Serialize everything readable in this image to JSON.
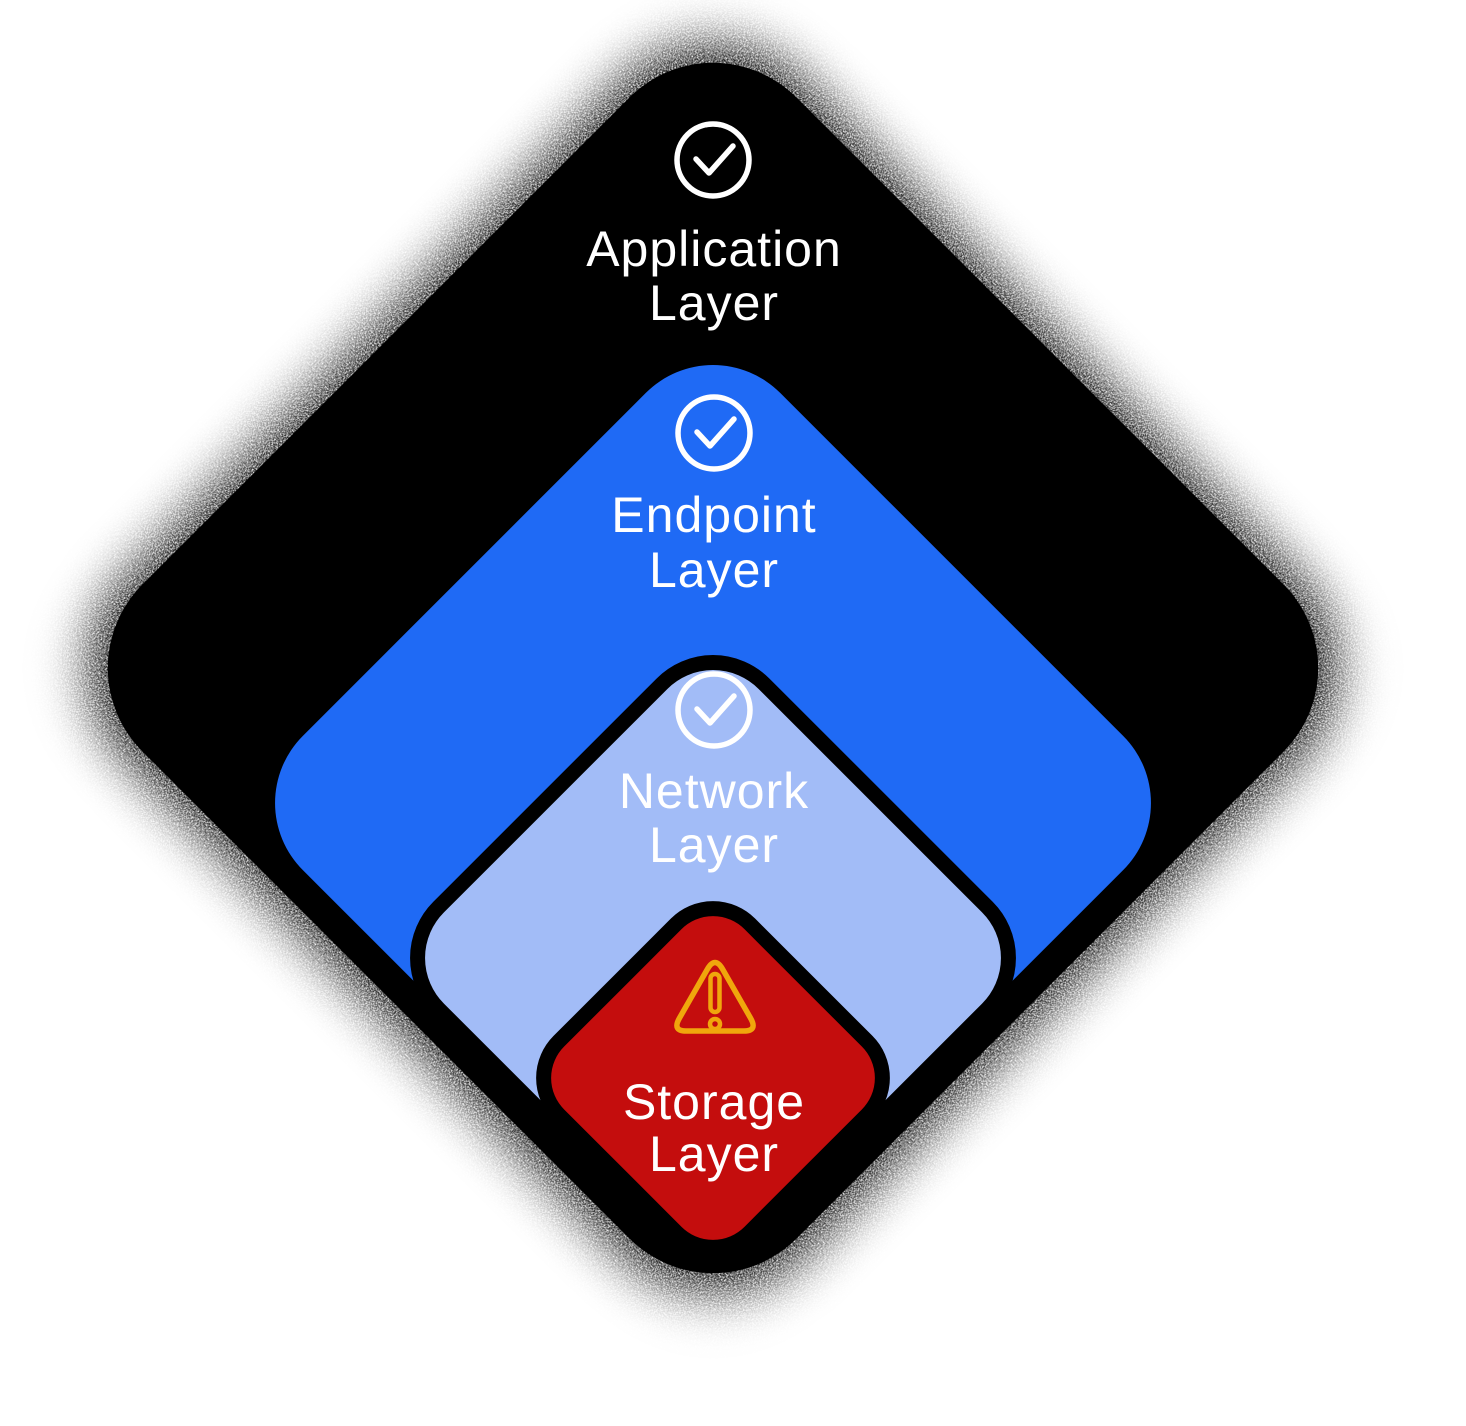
{
  "diagram": {
    "background_color": "#ffffff",
    "outline_color": "#000000",
    "text_color": "#ffffff",
    "icons": {
      "check_color": "#ffffff",
      "warning_color": "#f0a60c"
    },
    "layers": [
      {
        "name": "Application Layer",
        "lines": [
          "Application",
          "Layer"
        ],
        "color": "#000000",
        "icon": "check-circle"
      },
      {
        "name": "Endpoint Layer",
        "lines": [
          "Endpoint",
          "Layer"
        ],
        "color": "#1f6af5",
        "icon": "check-circle"
      },
      {
        "name": "Network Layer",
        "lines": [
          "Network",
          "Layer"
        ],
        "color": "#a2bcf7",
        "icon": "check-circle"
      },
      {
        "name": "Storage Layer",
        "lines": [
          "Storage",
          "Layer"
        ],
        "color": "#c40d0d",
        "icon": "warning-triangle"
      }
    ]
  }
}
